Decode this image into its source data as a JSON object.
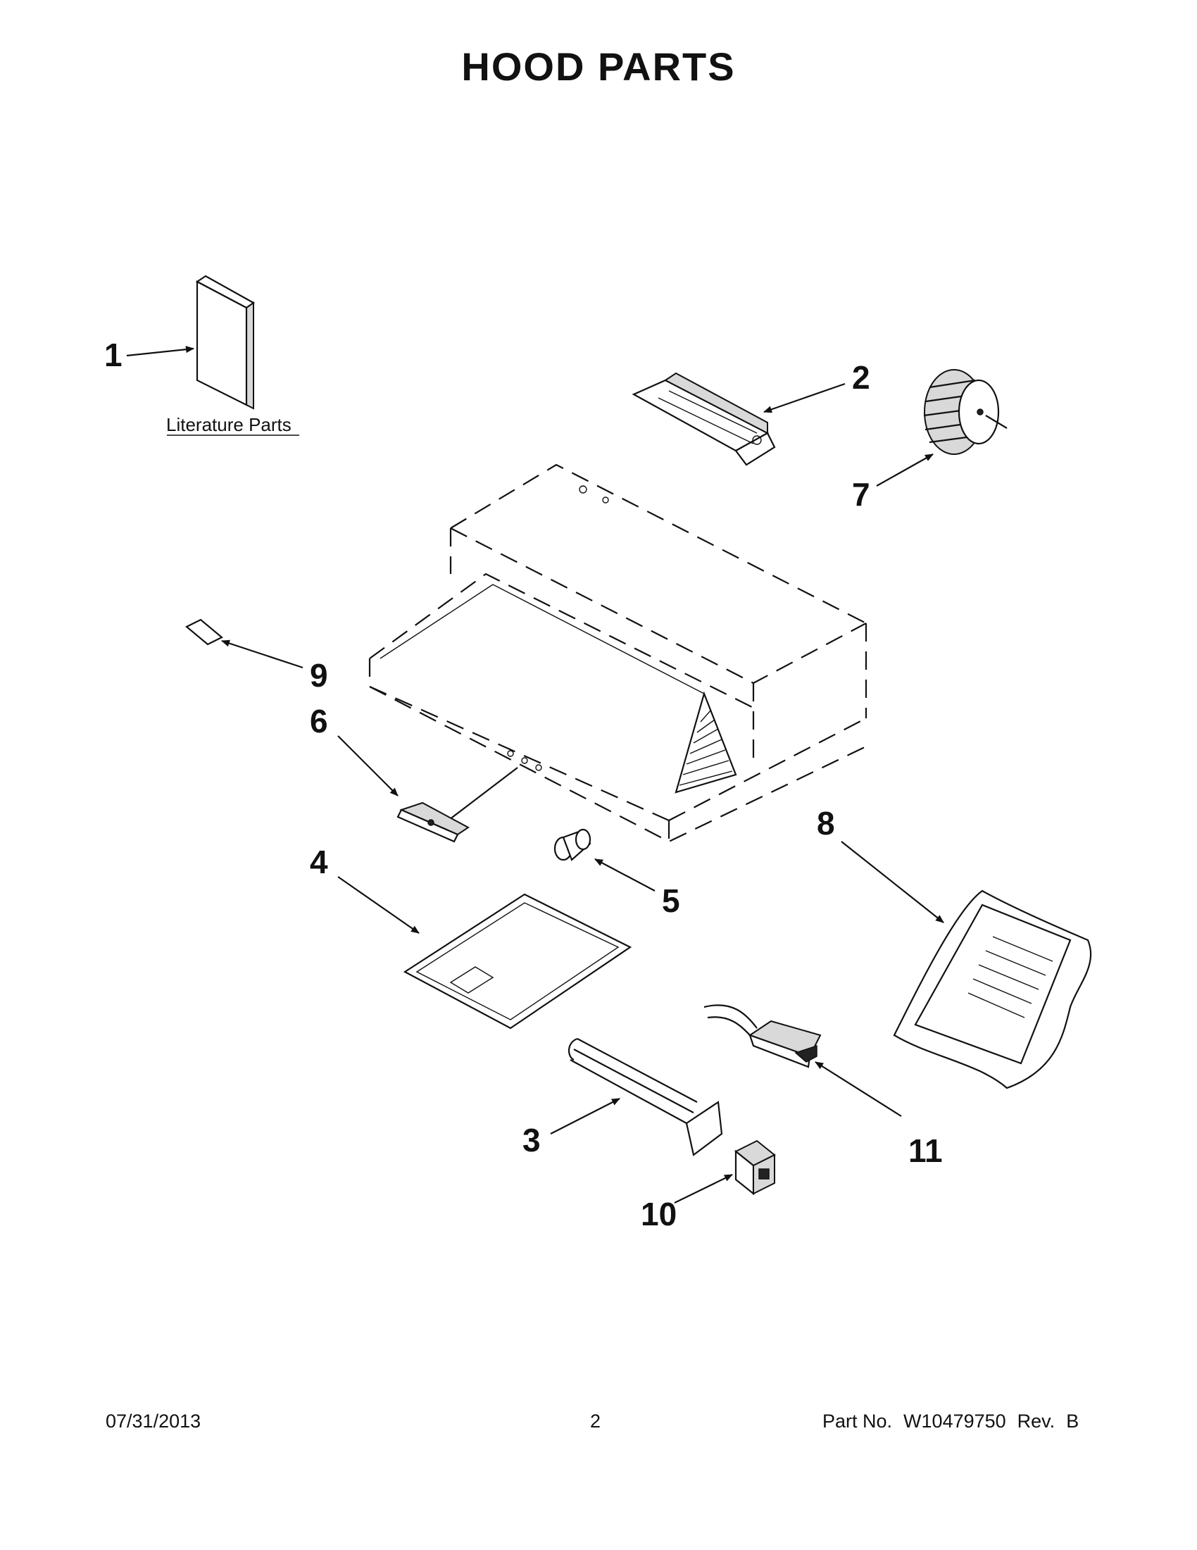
{
  "title": "HOOD PARTS",
  "literature_label": "Literature Parts",
  "callouts": {
    "c1": "1",
    "c2": "2",
    "c3": "3",
    "c4": "4",
    "c5": "5",
    "c6": "6",
    "c7": "7",
    "c8": "8",
    "c9": "9",
    "c10": "10",
    "c11": "11"
  },
  "footer": {
    "date": "07/31/2013",
    "page": "2",
    "part_label": "Part No.",
    "part_number": "W10479750",
    "rev_label": "Rev.",
    "rev": "B"
  }
}
